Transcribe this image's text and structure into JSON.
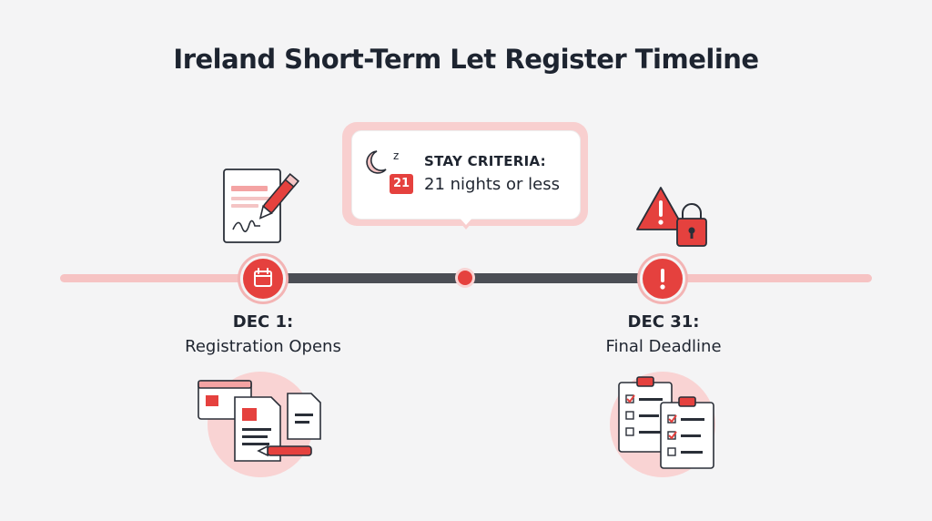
{
  "title": "Ireland Short-Term Let Register Timeline",
  "callout": {
    "label": "STAY CRITERIA:",
    "value": "21 nights or less",
    "calendar_number": "21",
    "sleep_letter": "z"
  },
  "milestones": [
    {
      "date": "DEC 1:",
      "label": "Registration Opens",
      "icon": "calendar-icon"
    },
    {
      "date": "DEC 31:",
      "label": "Final Deadline",
      "icon": "exclamation-icon"
    }
  ],
  "colors": {
    "accent": "#e5413e",
    "accent_light": "#f6c3c3",
    "track_dark": "#4b4e55",
    "text": "#1f2530",
    "background": "#f4f4f5"
  }
}
